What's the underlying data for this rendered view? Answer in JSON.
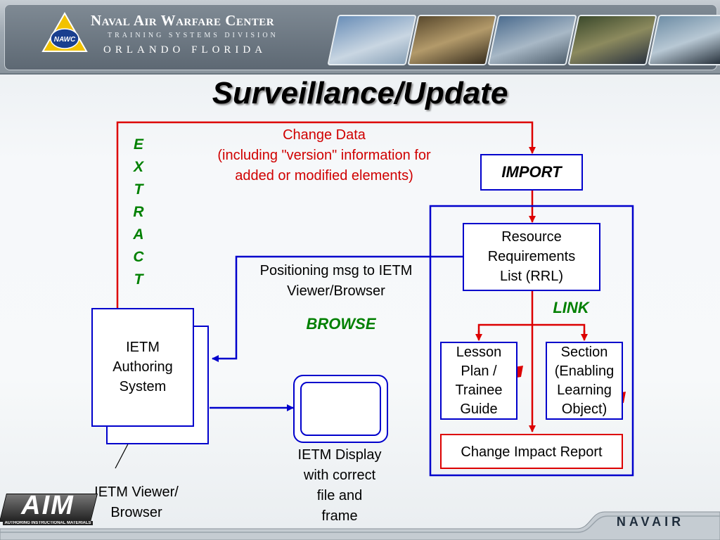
{
  "header": {
    "org_name": "Naval Air Warfare Center",
    "division": "TRAINING SYSTEMS DIVISION",
    "location": "ORLANDO FLORIDA",
    "logo_text": "NAWC"
  },
  "title": "Surveillance/Update",
  "labels": {
    "change_data": [
      "Change Data",
      "(including \"version\" information for",
      "added or modified elements)"
    ],
    "extract": [
      "E",
      "X",
      "T",
      "R",
      "A",
      "C",
      "T"
    ],
    "import": "IMPORT",
    "rrl": [
      "Resource",
      "Requirements",
      "List (RRL)"
    ],
    "positioning": [
      "Positioning msg to IETM",
      "Viewer/Browser"
    ],
    "browse": "BROWSE",
    "link": "LINK",
    "authoring": [
      "IETM",
      "Authoring",
      "System"
    ],
    "lesson": [
      "Lesson",
      "Plan /",
      "Trainee",
      "Guide"
    ],
    "section": [
      "Section",
      "(Enabling",
      "Learning",
      "Object)"
    ],
    "impact": "Change Impact Report",
    "display": [
      "IETM Display",
      "with correct",
      "file and",
      "frame"
    ],
    "viewer": [
      "IETM Viewer/",
      "Browser"
    ]
  },
  "footer": {
    "aim_logo": "AIM",
    "aim_sub": "AUTHORING INSTRUCTIONAL MATERIALS",
    "navair": "NAVAIR"
  },
  "colors": {
    "blue": "#0000cc",
    "red": "#dd0000",
    "green": "#008000"
  }
}
